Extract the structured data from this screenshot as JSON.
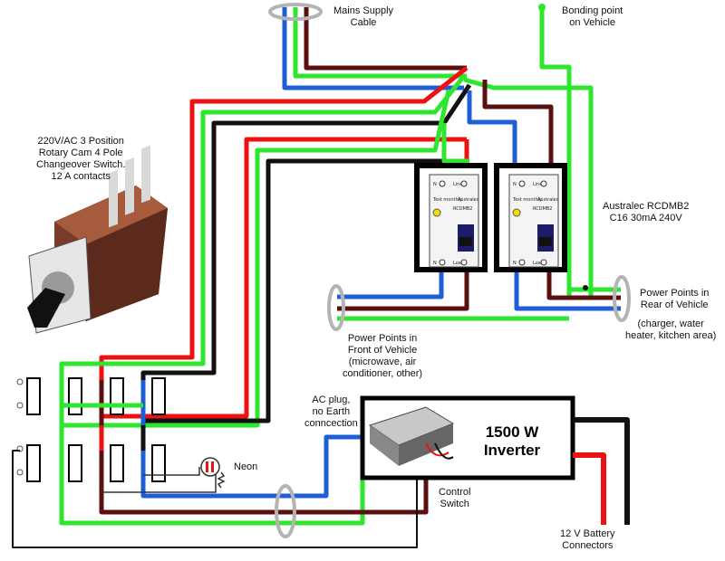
{
  "labels": {
    "mains_supply": [
      "Mains Supply",
      "Cable"
    ],
    "bonding_point": [
      "Bonding point",
      "on Vehicle"
    ],
    "rotary_switch": [
      "220V/AC 3 Position",
      "Rotary Cam 4 Pole",
      "Changeover Switch.",
      "12 A contacts"
    ],
    "rcd_model": [
      "Australec RCDMB2",
      "C16 30mA 240V"
    ],
    "rear_power_points": [
      "Power Points in",
      "Rear of Vehicle"
    ],
    "rear_power_points_detail": [
      "(charger, water",
      "heater, kitchen area)"
    ],
    "front_power_points": [
      "Power Points in",
      "Front of Vehicle",
      "(microwave, air",
      "conditioner, other)"
    ],
    "ac_plug": [
      "AC plug,",
      "no Earth",
      "conncection"
    ],
    "neon": "Neon",
    "control_switch": [
      "Control",
      "Switch"
    ],
    "battery": [
      "12 V Battery",
      "Connectors"
    ]
  },
  "inverter": {
    "title_line1": "1500 W",
    "title_line2": "Inverter"
  },
  "rcd_unit": {
    "line_label": "Line",
    "load_label": "Load",
    "n_label": "N",
    "test_label": "Test monthly",
    "brand": "Australec",
    "model": "RCDMB2"
  },
  "colors": {
    "active": "#5a1010",
    "neutral": "#1f5fd6",
    "earth": "#2ee62e",
    "red": "#ee1111",
    "black": "#111111",
    "ring": "#b4b4b4"
  }
}
